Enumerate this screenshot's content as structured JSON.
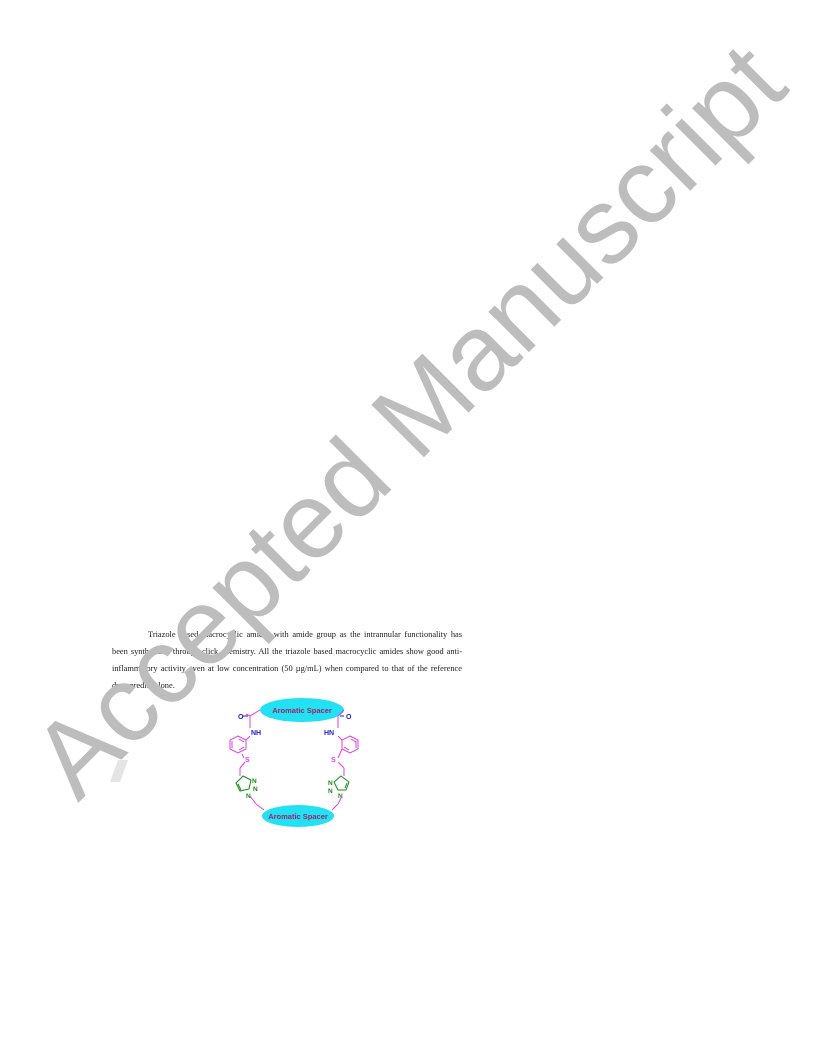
{
  "watermark": {
    "text": "Accepted Manuscript"
  },
  "abstract": {
    "text": "Triazole based macrocyclic amides with amide group as the intrannular functionality has been synthesized through click chemistry. All the triazole based macrocyclic amides show good anti-inflammatory activity even at low concentration (50 µg/mL) when compared to that of the reference drug prednisolone."
  },
  "graphic": {
    "spacer_top_label": "Aromatic Spacer",
    "spacer_bottom_label": "Aromatic Spacer",
    "left_oxygen": "O",
    "right_oxygen": "O",
    "left_amide": "NH",
    "right_amide": "HN",
    "left_sulfur": "S",
    "right_sulfur": "S",
    "triazole_n": "N",
    "spacer_color": "#22e1f2",
    "amide_color": "#1a1ad6",
    "linker_color": "#e13ee1",
    "triazole_color": "#138a13",
    "label_color": "#a21f6a"
  }
}
